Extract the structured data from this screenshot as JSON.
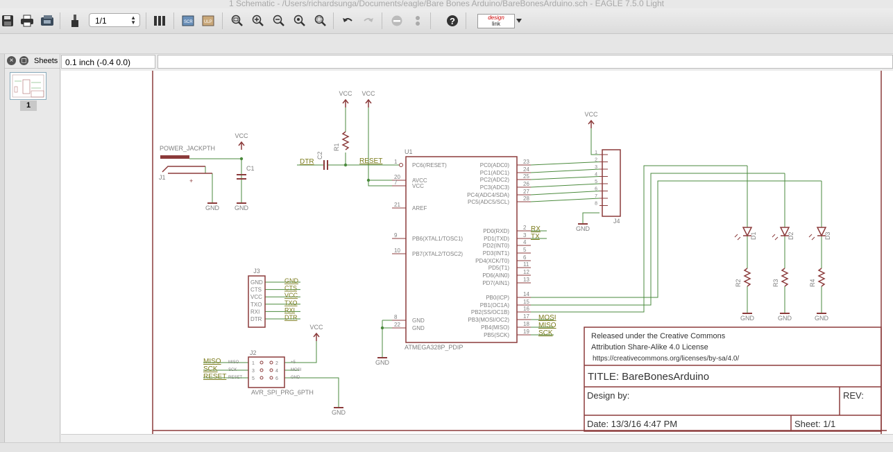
{
  "window": {
    "title": "1 Schematic - /Users/richardsunga/Documents/eagle/Bare Bones Arduino/BareBonesArduino.sch - EAGLE 7.5.0 Light"
  },
  "toolbar": {
    "sheet_select": "1/1",
    "design_link_line1": "design",
    "design_link_line2": "link"
  },
  "sheets_panel": {
    "title": "Sheets",
    "sheet_number": "1"
  },
  "coordinate": "0.1 inch (-0.4 0.0)",
  "command_line": "",
  "colors": {
    "net": "#4a8a3c",
    "component": "#8b3a3a",
    "label": "#7f7f7f",
    "net_label": "#7a7a1a"
  },
  "schematic": {
    "supply_vcc": "VCC",
    "supply_gnd": "GND",
    "power_jack": {
      "name": "POWER_JACKPTH",
      "ref": "J1",
      "plus": "+"
    },
    "c1": "C1",
    "c2": "C2",
    "r1": "R1",
    "u1": {
      "ref": "U1",
      "value": "ATMEGA328P_PDIP",
      "left_pins": [
        {
          "num": "1",
          "name": "PC6(/RESET)"
        },
        {
          "num": "20",
          "name": "AVCC"
        },
        {
          "num": "7",
          "name": "VCC"
        },
        {
          "num": "21",
          "name": "AREF"
        },
        {
          "num": "9",
          "name": "PB6(XTAL1/TOSC1)"
        },
        {
          "num": "10",
          "name": "PB7(XTAL2/TOSC2)"
        },
        {
          "num": "8",
          "name": "GND"
        },
        {
          "num": "22",
          "name": "GND"
        }
      ],
      "right_pins": [
        {
          "num": "23",
          "name": "PC0(ADC0)"
        },
        {
          "num": "24",
          "name": "PC1(ADC1)"
        },
        {
          "num": "25",
          "name": "PC2(ADC2)"
        },
        {
          "num": "26",
          "name": "PC3(ADC3)"
        },
        {
          "num": "27",
          "name": "PC4(ADC4/SDA)"
        },
        {
          "num": "28",
          "name": "PC5(ADC5/SCL)"
        },
        {
          "num": "2",
          "name": "PD0(RXD)"
        },
        {
          "num": "3",
          "name": "PD1(TXD)"
        },
        {
          "num": "4",
          "name": "PD2(INT0)"
        },
        {
          "num": "5",
          "name": "PD3(INT1)"
        },
        {
          "num": "6",
          "name": "PD4(XCK/T0)"
        },
        {
          "num": "11",
          "name": "PD5(T1)"
        },
        {
          "num": "12",
          "name": "PD6(AIN0)"
        },
        {
          "num": "13",
          "name": "PD7(AIN1)"
        },
        {
          "num": "14",
          "name": "PB0(ICP)"
        },
        {
          "num": "15",
          "name": "PB1(OC1A)"
        },
        {
          "num": "16",
          "name": "PB2(SS/OC1B)"
        },
        {
          "num": "17",
          "name": "PB3(MOSI/OC2)"
        },
        {
          "num": "18",
          "name": "PB4(MISO)"
        },
        {
          "num": "19",
          "name": "PB5(SCK)"
        }
      ]
    },
    "net_labels": {
      "dtr": "DTR",
      "reset": "RESET",
      "rx": "RX",
      "tx": "TX",
      "mosi": "MOSI",
      "miso": "MISO",
      "sck": "SCK"
    },
    "j4": {
      "ref": "J4",
      "pins": [
        "1",
        "2",
        "3",
        "4",
        "5",
        "6",
        "7",
        "8"
      ]
    },
    "leds": [
      "D1",
      "D2",
      "D3"
    ],
    "resistors": [
      "R2",
      "R3",
      "R4"
    ],
    "j3": {
      "ref": "J3",
      "pins": [
        "GND",
        "CTS",
        "VCC",
        "TXO",
        "RXI",
        "DTR"
      ],
      "nets": [
        "GND",
        "CTS",
        "VCC",
        "TXO",
        "RXI",
        "DTR"
      ]
    },
    "j2": {
      "ref": "J2",
      "value": "AVR_SPI_PRG_6PTH",
      "left_nets": [
        "MISO",
        "SCK",
        "RESET"
      ],
      "left_pin_names": [
        "MISO",
        "SCK",
        "RESET"
      ],
      "left_nums": [
        "1",
        "3",
        "5"
      ],
      "right_nums": [
        "2",
        "4",
        "6"
      ],
      "right_pin_names": [
        "+5",
        "MOSI",
        "GND"
      ]
    },
    "title_block": {
      "license_line1": "Released under the Creative Commons",
      "license_line2": "Attribution Share-Alike 4.0 License",
      "license_line3": "https://creativecommons.org/licenses/by-sa/4.0/",
      "title": "TITLE: BareBonesArduino",
      "rev": "REV:",
      "design_by": "Design by:",
      "date": "Date: 13/3/16 4:47 PM",
      "sheet": "Sheet: 1/1"
    }
  }
}
